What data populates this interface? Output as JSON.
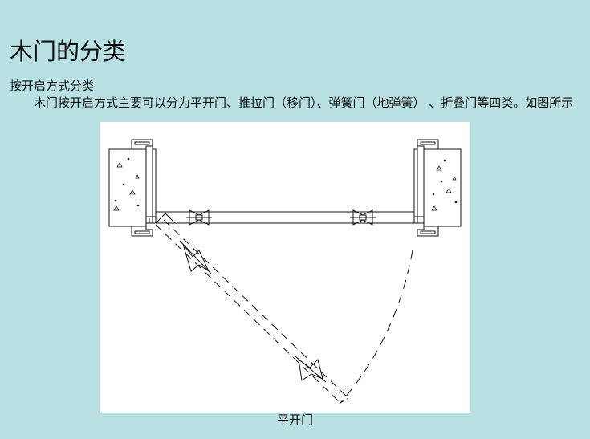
{
  "slide": {
    "title": "木门的分类",
    "subtitle": "按开启方式分类",
    "paragraph": "木门按开启方式主要可以分为平开门、推拉门（移门）、弹簧门（地弹簧） 、折叠门等四类。如图所示"
  },
  "figure": {
    "caption": "平开门"
  }
}
